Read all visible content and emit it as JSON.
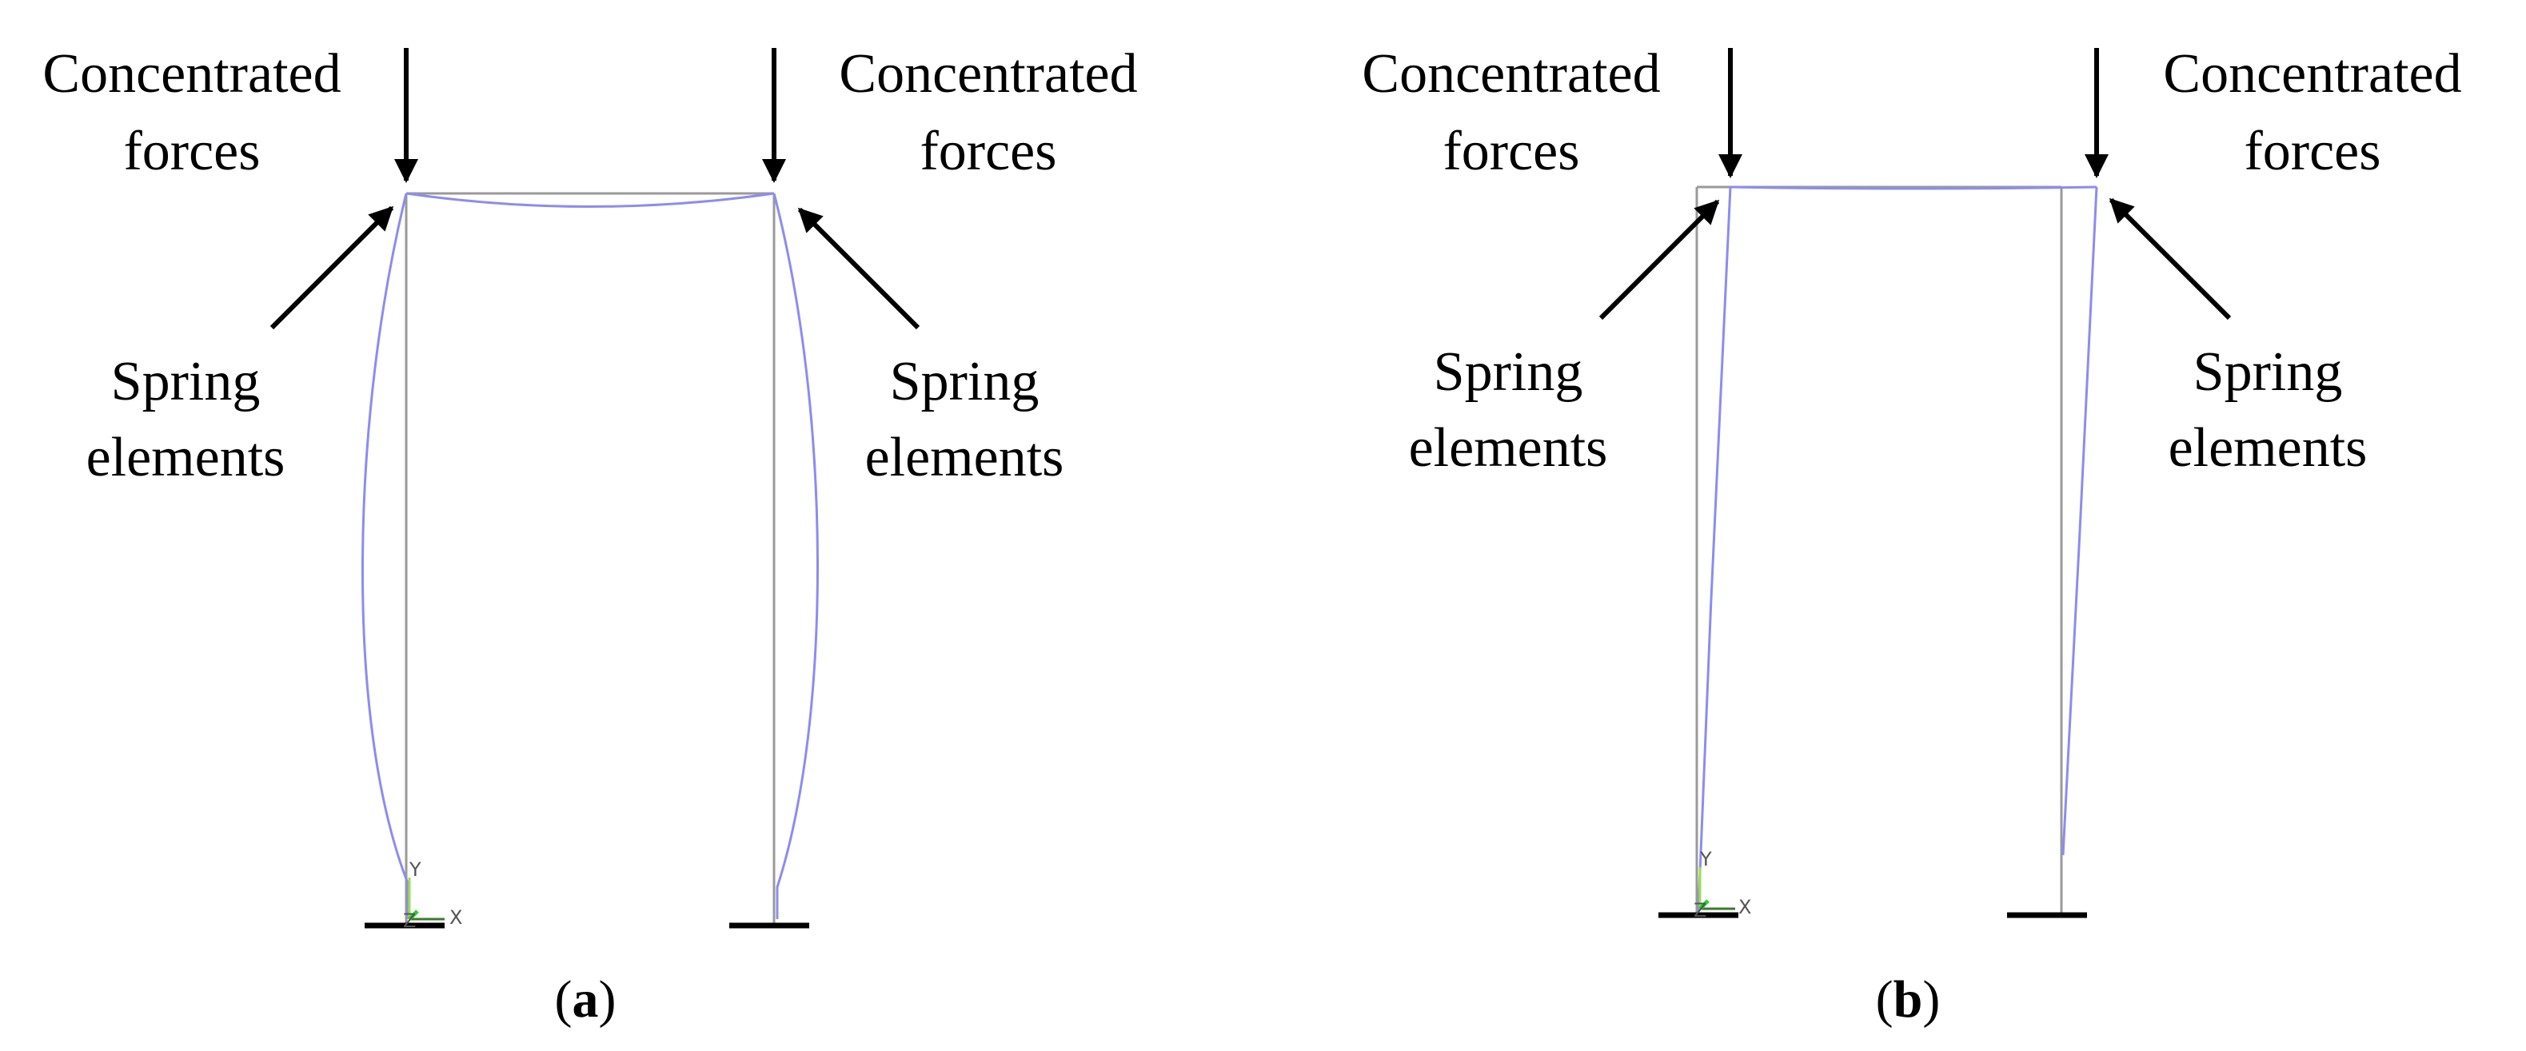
{
  "panel_a": {
    "force_label_left_line1": "Concentrated",
    "force_label_left_line2": "forces",
    "force_label_right_line1": "Concentrated",
    "force_label_right_line2": "forces",
    "spring_label_left_line1": "Spring",
    "spring_label_left_line2": "elements",
    "spring_label_right_line1": "Spring",
    "spring_label_right_line2": "elements",
    "caption_letter": "a",
    "axis_x": "X",
    "axis_y": "Y",
    "axis_z": "Z"
  },
  "panel_b": {
    "force_label_left_line1": "Concentrated",
    "force_label_left_line2": "forces",
    "force_label_right_line1": "Concentrated",
    "force_label_right_line2": "forces",
    "spring_label_left_line1": "Spring",
    "spring_label_left_line2": "elements",
    "spring_label_right_line1": "Spring",
    "spring_label_right_line2": "elements",
    "caption_letter": "b",
    "axis_x": "X",
    "axis_y": "Y",
    "axis_z": "Z"
  },
  "caption_open": "(",
  "caption_close": ")",
  "colors": {
    "deformed_shape": "#8c8cf0",
    "undeformed_shape": "#9a9a9a",
    "arrows_and_supports": "#000000",
    "axis_triad_y": "#9be04a",
    "axis_triad_x": "#3a7a2a",
    "axis_triad_z": "#1fd81f"
  }
}
